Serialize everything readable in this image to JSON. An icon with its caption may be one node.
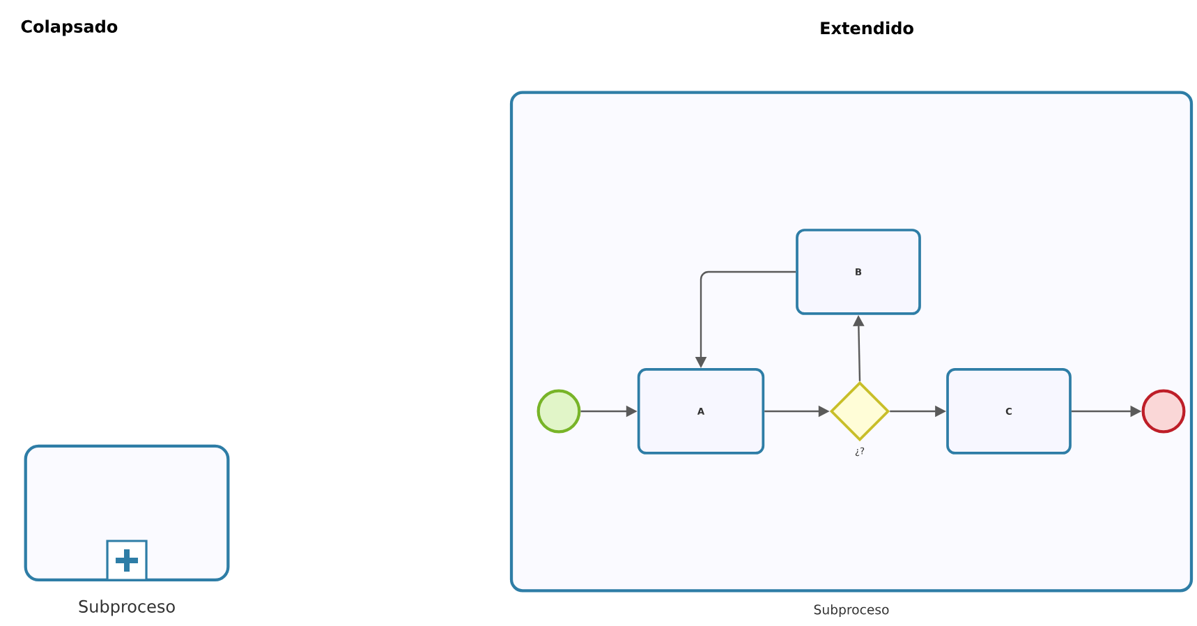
{
  "diagram": {
    "nodes": [
      {
        "text": [
          "Subproceso"
        ]
      },
      {
        "text": [
          "Subproceso"
        ]
      },
      {
        "text": [],
        "shape": "circle",
        "in": 1
      },
      {
        "text": [
          "A"
        ],
        "in": 1
      },
      {
        "text": [
          "B"
        ],
        "in": 1
      },
      {
        "text": [],
        "shape": "diamond",
        "beside": [
          "¿?"
        ],
        "in": 1
      },
      {
        "text": [
          "C"
        ],
        "in": 1
      },
      {
        "text": [],
        "shape": "circle",
        "in": 1
      }
    ],
    "edges": [
      {
        "from": 2,
        "to": 3,
        "arrow": "to"
      },
      {
        "from": 3,
        "to": 5,
        "arrow": "to"
      },
      {
        "from": 5,
        "to": 4,
        "arrow": "to"
      },
      {
        "from": 4,
        "to": 3,
        "arrow": "to"
      },
      {
        "from": 5,
        "to": 6,
        "arrow": "to"
      },
      {
        "from": 6,
        "to": 7,
        "arrow": "to"
      }
    ],
    "labels": [
      "Colapsado",
      "Extendido"
    ]
  }
}
